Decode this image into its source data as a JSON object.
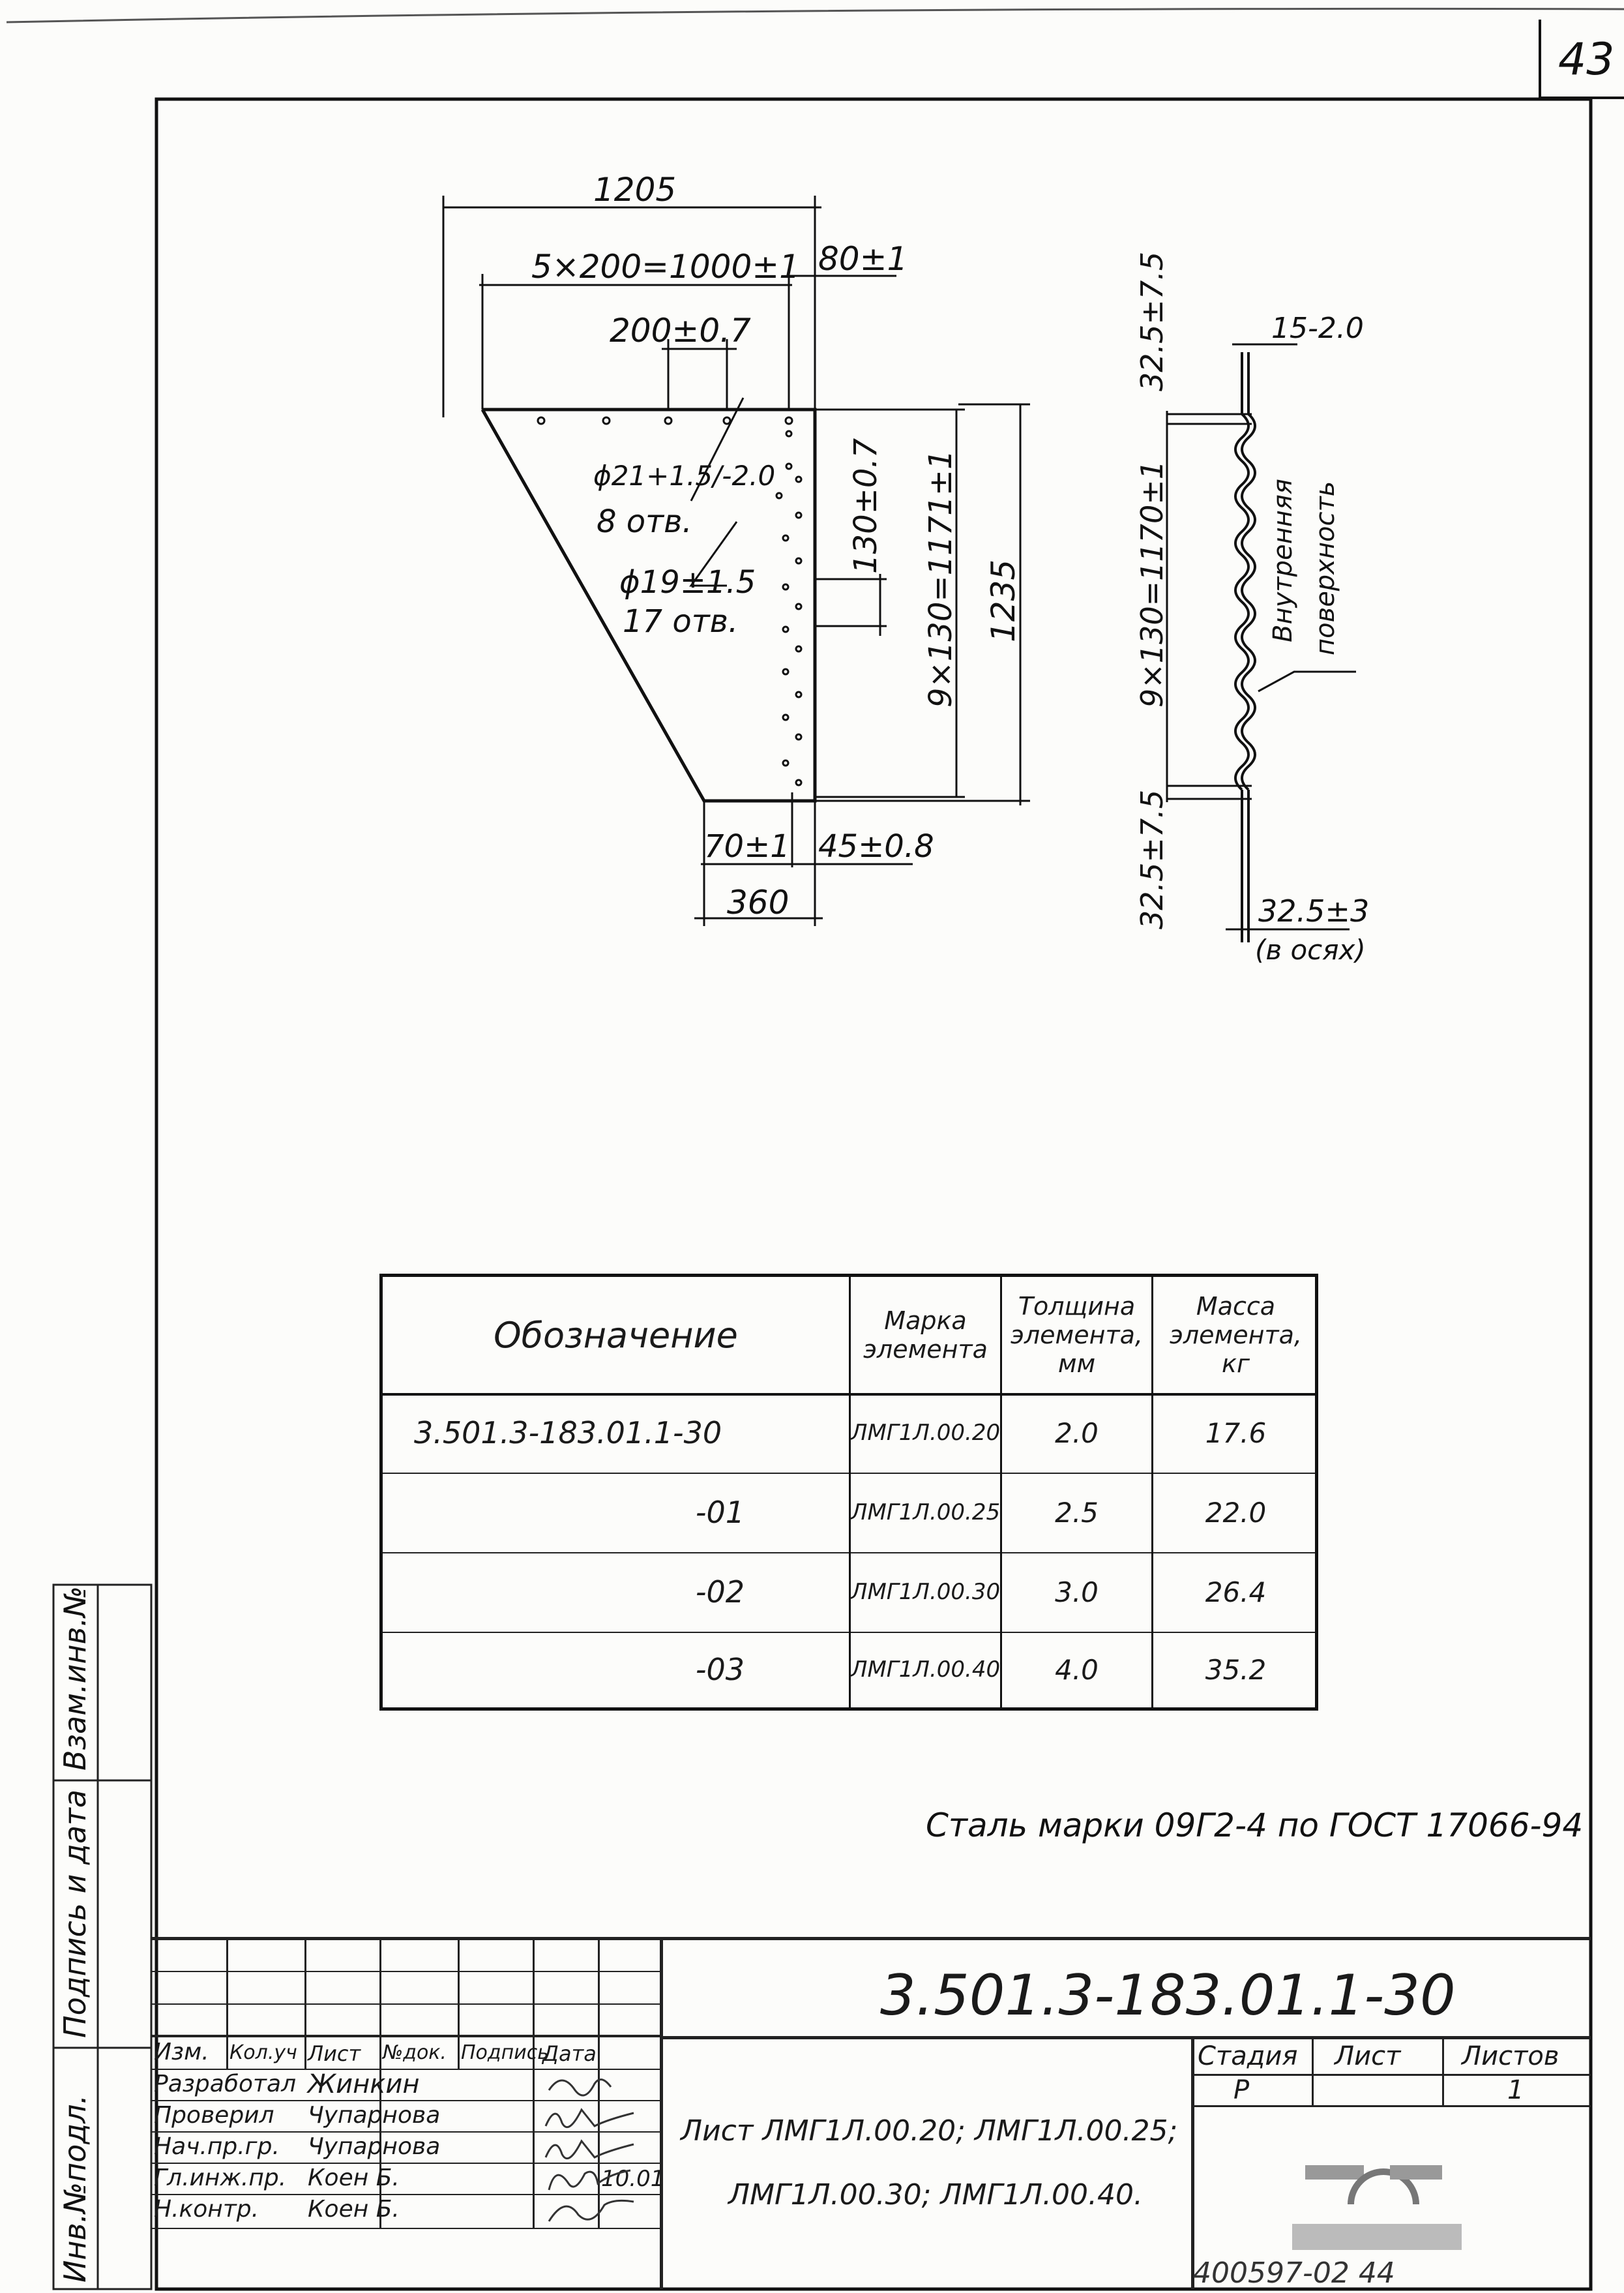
{
  "page_number": "43",
  "side_labels": {
    "inv_orig": "Инв.№подл.",
    "sign_date": "Подпись и дата",
    "replace_inv": "Взам.инв.№"
  },
  "left_view": {
    "dims": {
      "overall_width": "1205",
      "hole_spacing_total": "5×200=1000±1",
      "edge_offset": "80±1",
      "hole_spacing": "200±0.7",
      "hole_large_dia": "ϕ21+1.5/-2.0",
      "hole_large_count": "8 отв.",
      "hole_small_dia": "ϕ19±1.5",
      "hole_small_count": "17 отв.",
      "vert_spacing": "130±0.7",
      "vert_total": "9×130=1171±1",
      "overall_height": "1235",
      "bottom_offset": "70±1",
      "bottom_offset2": "45±0.8",
      "bottom_width": "360"
    }
  },
  "right_view": {
    "dims": {
      "top_pitch": "32.5±7.5",
      "thickness": "15-2.0",
      "vert_total": "9×130=1170±1",
      "bottom_pitch": "32.5±7.5",
      "axes_offset": "32.5±3",
      "axes_note": "(в осях)",
      "surface_label_1": "Внутренняя",
      "surface_label_2": "поверхность"
    }
  },
  "spec_table": {
    "headers": {
      "designation": "Обозначение",
      "mark_1": "Марка",
      "mark_2": "элемента",
      "thick_1": "Толщина",
      "thick_2": "элемента,",
      "thick_3": "мм",
      "mass_1": "Масса",
      "mass_2": "элемента,",
      "mass_3": "кг"
    },
    "rows": [
      {
        "designation": "3.501.3-183.01.1-30",
        "mark": "ЛМГ1Л.00.20",
        "thickness": "2.0",
        "mass": "17.6"
      },
      {
        "designation": "-01",
        "mark": "ЛМГ1Л.00.25",
        "thickness": "2.5",
        "mass": "22.0"
      },
      {
        "designation": "-02",
        "mark": "ЛМГ1Л.00.30",
        "thickness": "3.0",
        "mass": "26.4"
      },
      {
        "designation": "-03",
        "mark": "ЛМГ1Л.00.40",
        "thickness": "4.0",
        "mass": "35.2"
      }
    ]
  },
  "steel_note": "Сталь марки 09Г2-4 по ГОСТ 17066-94",
  "title_block": {
    "doc_code": "3.501.3-183.01.1-30",
    "col_headers": {
      "izm": "Изм.",
      "koluch": "Кол.уч",
      "list": "Лист",
      "ndok": "№док.",
      "podpis": "Подпись",
      "data": "Дата"
    },
    "roles": [
      {
        "role": "Разработал",
        "name": "Жинкин",
        "date": ""
      },
      {
        "role": "Проверил",
        "name": "Чупарнова",
        "date": ""
      },
      {
        "role": "Нач.пр.гр.",
        "name": "Чупарнова",
        "date": ""
      },
      {
        "role": "Гл.инж.пр.",
        "name": "Коен Б.",
        "date": "10.01"
      },
      {
        "role": "Н.контр.",
        "name": "Коен Б.",
        "date": ""
      }
    ],
    "description_1": "Лист ЛМГ1Л.00.20; ЛМГ1Л.00.25;",
    "description_2": "ЛМГ1Л.00.30; ЛМГ1Л.00.40.",
    "stage_label": "Стадия",
    "sheet_label": "Лист",
    "sheets_label": "Листов",
    "stage_value": "Р",
    "sheet_value": "",
    "sheets_value": "1"
  },
  "handwritten_footer": "400597-02 44"
}
